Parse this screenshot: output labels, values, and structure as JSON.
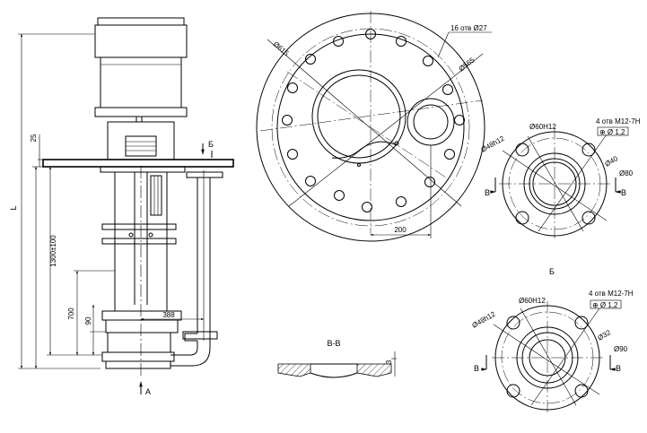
{
  "labels": {
    "L": "L",
    "dim_25": "25",
    "dim_1300": "1300±100",
    "dim_700": "700",
    "dim_90": "90",
    "dim_388": "388",
    "arrow_A": "A",
    "arrow_B_top": "Б",
    "dia_615": "Ø615",
    "holes_top": "16 отв Ø27",
    "dia_565": "Ø565",
    "dim_200": "200",
    "section_vv": "В-В",
    "dim_3": "3",
    "view_b_caption": "Б",
    "b1_dia60": "Ø60H12",
    "b1_holes": "4 отв М12-7Н",
    "b1_tol": "⊕ Ø 1,2",
    "b1_dia48": "Ø48h12",
    "b1_dia40": "Ø40",
    "b1_dia80": "Ø80",
    "b1_B_left": "В",
    "b1_B_right": "В",
    "b2_dia60": "Ø60H12",
    "b2_holes": "4 отв М12-7Н",
    "b2_tol": "⊕ Ø 1,2",
    "b2_dia48": "Ø48h12",
    "b2_dia32": "Ø32",
    "b2_dia90": "Ø90",
    "b2_B_left": "В",
    "b2_B_right": "В"
  }
}
